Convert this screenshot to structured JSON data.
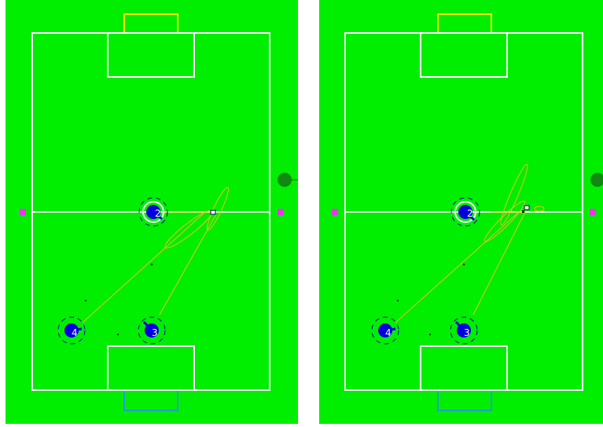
{
  "colors": {
    "field": "#00ee00",
    "lines": "#ffffff",
    "goal_top": "#ffff00",
    "goal_bottom": "#22a0c8",
    "robot": "#0000dd",
    "robot_ring": "#0000aa",
    "paths": "#e8c21a",
    "ball": "#e8c21a",
    "markers": "#ee33ee",
    "offfield_robot": "#118811"
  },
  "panels": [
    {
      "name": "field-left",
      "robots": [
        {
          "number": "2",
          "icon": "robot-icon"
        },
        {
          "number": "4",
          "icon": "robot-icon"
        },
        {
          "number": "3",
          "icon": "robot-icon"
        }
      ]
    },
    {
      "name": "field-right",
      "robots": [
        {
          "number": "2",
          "icon": "robot-icon"
        },
        {
          "number": "4",
          "icon": "robot-icon"
        },
        {
          "number": "3",
          "icon": "robot-icon"
        }
      ]
    }
  ]
}
